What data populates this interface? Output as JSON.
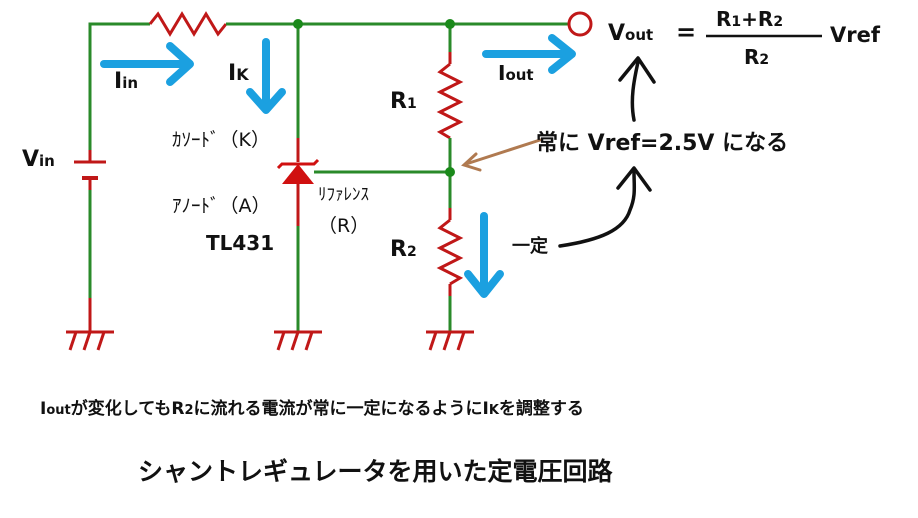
{
  "labels": {
    "vin": "V",
    "vin_sub": "in",
    "iin": "I",
    "iin_sub": "in",
    "ik": "I",
    "ik_sub": "K",
    "iout": "I",
    "iout_sub": "out",
    "r1": "R",
    "r1_sub": "1",
    "r2": "R",
    "r2_sub": "2",
    "cathode": "ｶｿｰﾄﾞ（K）",
    "anode": "ｱﾉｰﾄﾞ（A）",
    "reference": "ﾘﾌｧﾚﾝｽ",
    "reference_r": "（R）",
    "part": "TL431",
    "constant": "一定",
    "vref_note": "常に Vref=2.5V になる"
  },
  "formula": {
    "lhs": "V",
    "lhs_sub": "out",
    "eq": "=",
    "num_a": "R",
    "num_a_sub": "1",
    "num_plus": "+R",
    "num_b_sub": "2",
    "den": "R",
    "den_sub": "2",
    "rhs": "Vref"
  },
  "caption": {
    "desc_i": "I",
    "desc_out": "out",
    "desc_mid": "が変化してもR",
    "desc_2": "2",
    "desc_mid2": "に流れる電流が常に一定になるようにI",
    "desc_k": "K",
    "desc_end": "を調整する",
    "title": "シャントレギュレータを用いた定電圧回路"
  },
  "colors": {
    "wire_green": "#2a8a2a",
    "wire_red": "#c01818",
    "arrow_blue": "#1ba0e0",
    "zener_red": "#d01010",
    "node_green": "#1a8a1a",
    "brown": "#b07a50"
  }
}
